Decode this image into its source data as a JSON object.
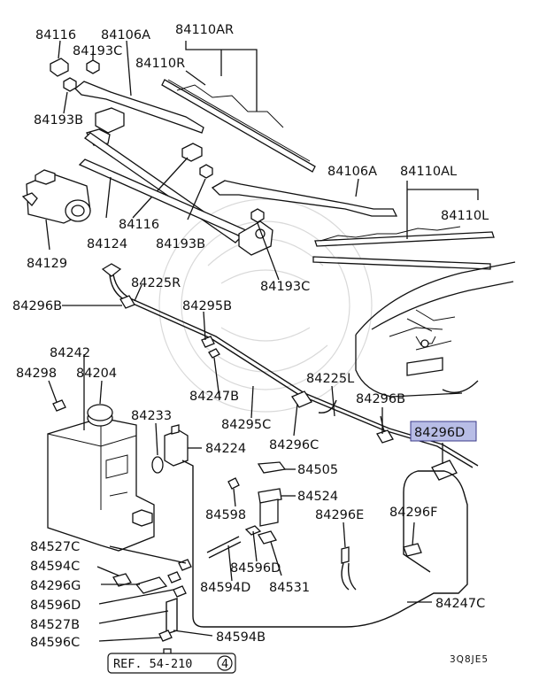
{
  "labels": {
    "p84116_top": "84116",
    "p84106A_top": "84106A",
    "p84110AR": "84110AR",
    "p84193C_top": "84193C",
    "p84110R": "84110R",
    "p84193B_top": "84193B",
    "p84106A_mid": "84106A",
    "p84110AL": "84110AL",
    "p84110L": "84110L",
    "p84116_mid": "84116",
    "p84124": "84124",
    "p84193B_mid": "84193B",
    "p84129": "84129",
    "p84193C_mid": "84193C",
    "p84225R": "84225R",
    "p84296B_left": "84296B",
    "p84295B": "84295B",
    "p84242": "84242",
    "p84298": "84298",
    "p84204": "84204",
    "p84225L": "84225L",
    "p84247B": "84247B",
    "p84296B_right": "84296B",
    "p84233": "84233",
    "p84295C": "84295C",
    "p84296D": "84296D",
    "p84224": "84224",
    "p84296C": "84296C",
    "p84505": "84505",
    "p84524": "84524",
    "p84598": "84598",
    "p84296E": "84296E",
    "p84296F": "84296F",
    "p84527C": "84527C",
    "p84594C": "84594C",
    "p84596D_right": "84596D",
    "p84296G": "84296G",
    "p84594D": "84594D",
    "p84531": "84531",
    "p84596D_left": "84596D",
    "p84527B": "84527B",
    "p84247C": "84247C",
    "p84596C": "84596C",
    "p84594B": "84594B"
  },
  "reference": {
    "text": "REF. 54-210",
    "circled": "4"
  },
  "code": "3Q8JE5",
  "highlight_color": "#b8bde6"
}
